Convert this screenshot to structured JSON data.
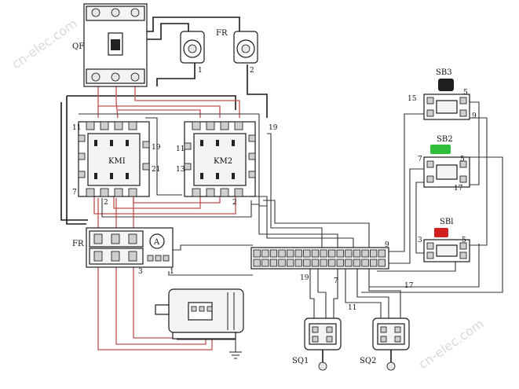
{
  "labels": {
    "qf": "QF",
    "fr_top": "FR",
    "fr_top_1": "1",
    "fr_top_2": "2",
    "km1": "KMI",
    "km2": "KM2",
    "km1_11": "11",
    "km1_7": "7",
    "km1_2": "2",
    "km1_19": "19",
    "km1_21": "21",
    "km2_11": "11",
    "km2_13": "13",
    "km2_2": "2",
    "wire_19_top": "19",
    "fr_relay": "FR",
    "fr_relay_3": "3",
    "fr_relay_1": "1",
    "fr_relay_symbol": "A",
    "sb3": "SB3",
    "sb3_15": "15",
    "sb3_5": "5",
    "sb3_9": "9",
    "sb2": "SB2",
    "sb2_7": "7",
    "sb2_5": "5",
    "sb2_17": "17",
    "sb1": "SBl",
    "sb1_3": "3",
    "sb1_5": "5",
    "tb_9": "9",
    "tb_19": "19",
    "tb_7": "7",
    "tb_11": "11",
    "tb_17": "17",
    "sq1": "SQ1",
    "sq2": "SQ2"
  },
  "watermarks": {
    "top_left": "cn-elec.com",
    "bottom_right": "cn-elec.com"
  },
  "colors": {
    "wire_black": "#1a1a1a",
    "wire_red": "#c0504d",
    "button_sb3": "#1e1e1e",
    "button_sb2": "#2fbf3a",
    "button_sb1": "#d22020"
  }
}
